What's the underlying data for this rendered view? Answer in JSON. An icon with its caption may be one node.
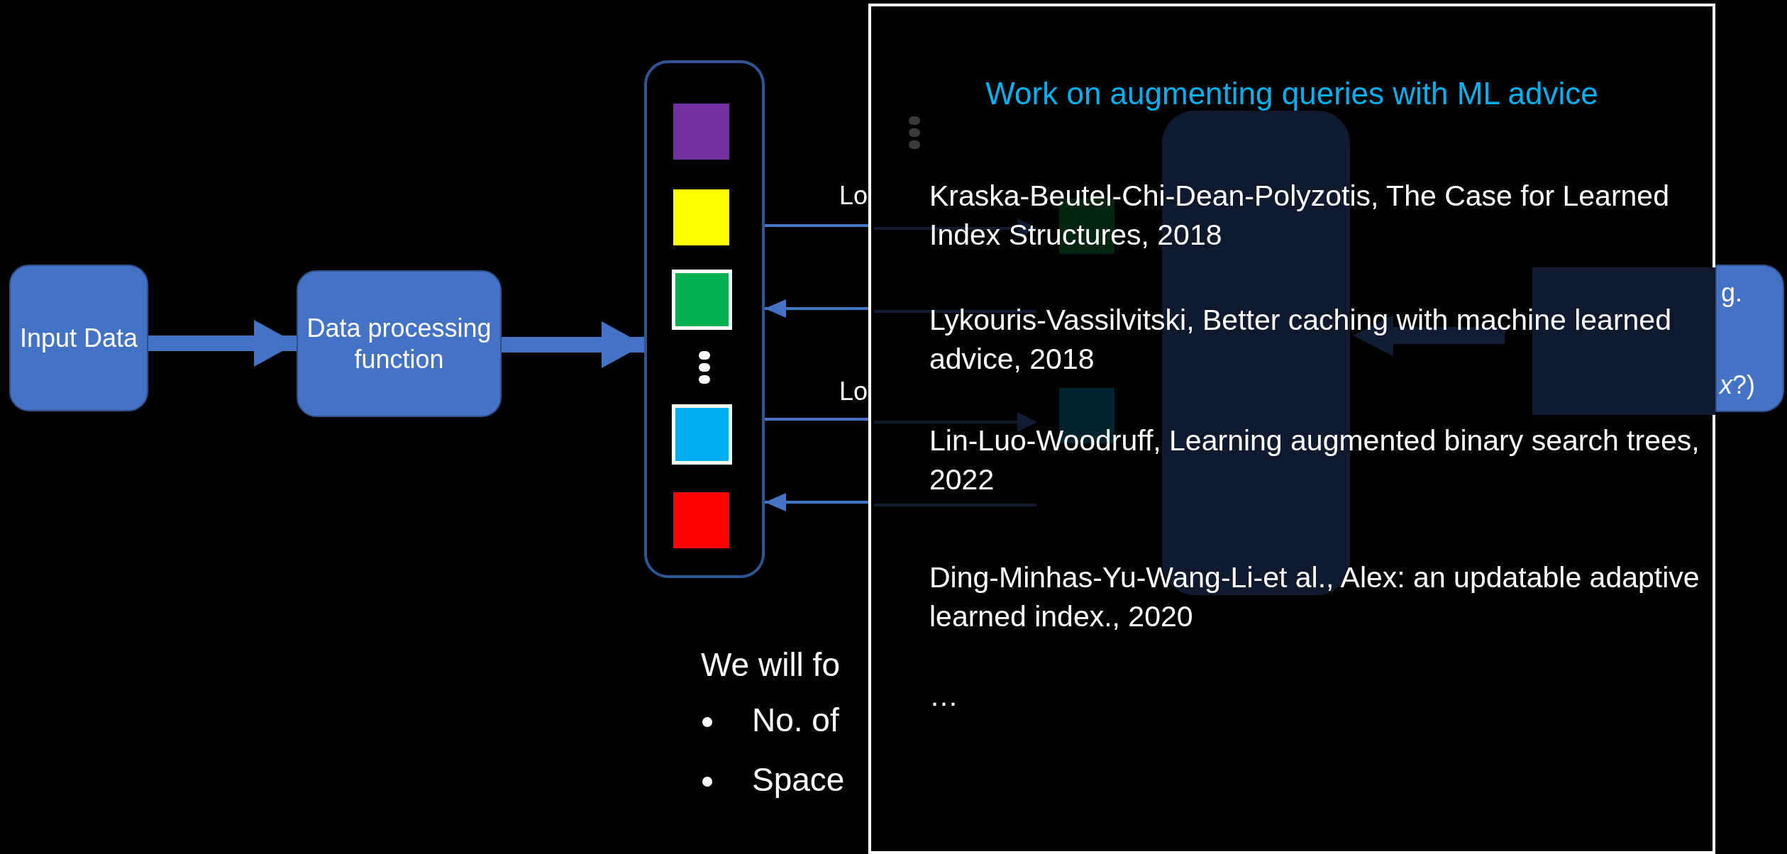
{
  "diagram": {
    "nodes": [
      {
        "text": [
          "Input Data"
        ]
      },
      {
        "text": [
          "Data processing function"
        ]
      },
      {
        "text": [],
        "shape": "box"
      },
      {
        "text": [],
        "shape": "box",
        "in": 2
      },
      {
        "text": [],
        "shape": "box",
        "in": 2
      },
      {
        "text": [],
        "shape": "box",
        "in": 2
      },
      {
        "text": [],
        "shape": "box",
        "in": 2
      },
      {
        "text": [],
        "shape": "box",
        "in": 2
      },
      {
        "text": [
          "g.",
          "*x*?)"
        ]
      },
      {
        "text": [
          "Work on augmenting queries with ML advice",
          "Kraska-Beutel-Chi-Dean-Polyzotis, The Case for Learned Index Structures, 2018",
          "Lykouris-Vassilvitski, Better caching with machine learned advice, 2018",
          "Lin-Luo-Woodruff, Learning augmented binary search trees, 2022",
          "Ding-Minhas-Yu-Wang-Li-et al., Alex: an updatable adaptive learned index., 2020",
          "…"
        ]
      }
    ],
    "edges": [
      {
        "from": 0,
        "to": 1,
        "arrow": "to",
        "style": "thick"
      },
      {
        "from": 1,
        "to": 2,
        "arrow": "to",
        "style": "thick"
      },
      {
        "from": 2,
        "to": 9,
        "arrow": "none",
        "label": "Lo"
      },
      {
        "from": 9,
        "to": 2,
        "arrow": "to"
      },
      {
        "from": 2,
        "to": 9,
        "arrow": "none",
        "label": "Lo"
      },
      {
        "from": 9,
        "to": 2,
        "arrow": "to"
      }
    ],
    "labels": [
      "We will fo",
      "No. of",
      "Space"
    ]
  }
}
